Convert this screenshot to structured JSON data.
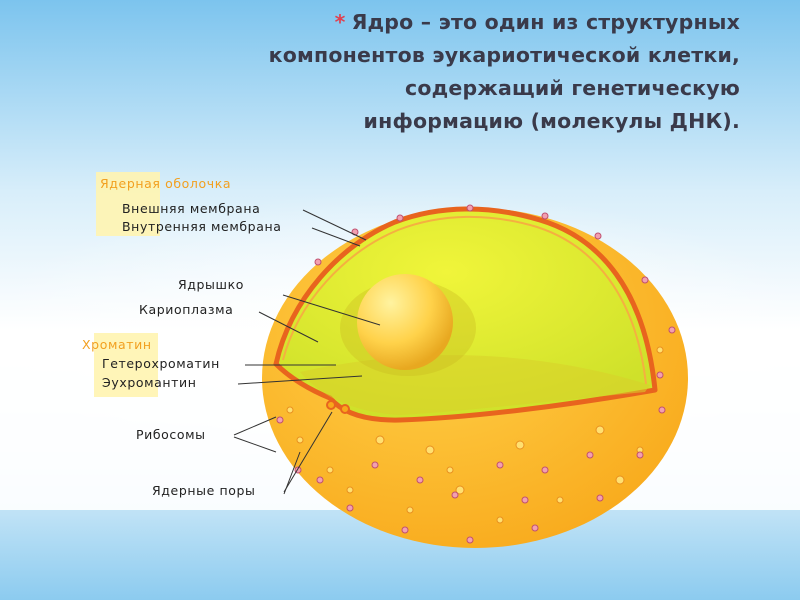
{
  "slide": {
    "title_marker": "*",
    "title": "Ядро – это один из структурных\nкомпонентов эукариотической клетки,\nсодержащий генетическую\nинформацию (молекулы ДНК)."
  },
  "diagram": {
    "labels": {
      "envelope_group": "Ядерная оболочка",
      "outer_membrane": "Внешняя мембрана",
      "inner_membrane": "Внутренняя мембрана",
      "nucleolus": "Ядрышко",
      "karyoplasm": "Кариоплазма",
      "chromatin_group": "Хроматин",
      "heterochromatin": "Гетерохроматин",
      "euchromatin": "Эухромантин",
      "ribosomes": "Рибосомы",
      "nuclear_pores": "Ядерные поры"
    }
  }
}
